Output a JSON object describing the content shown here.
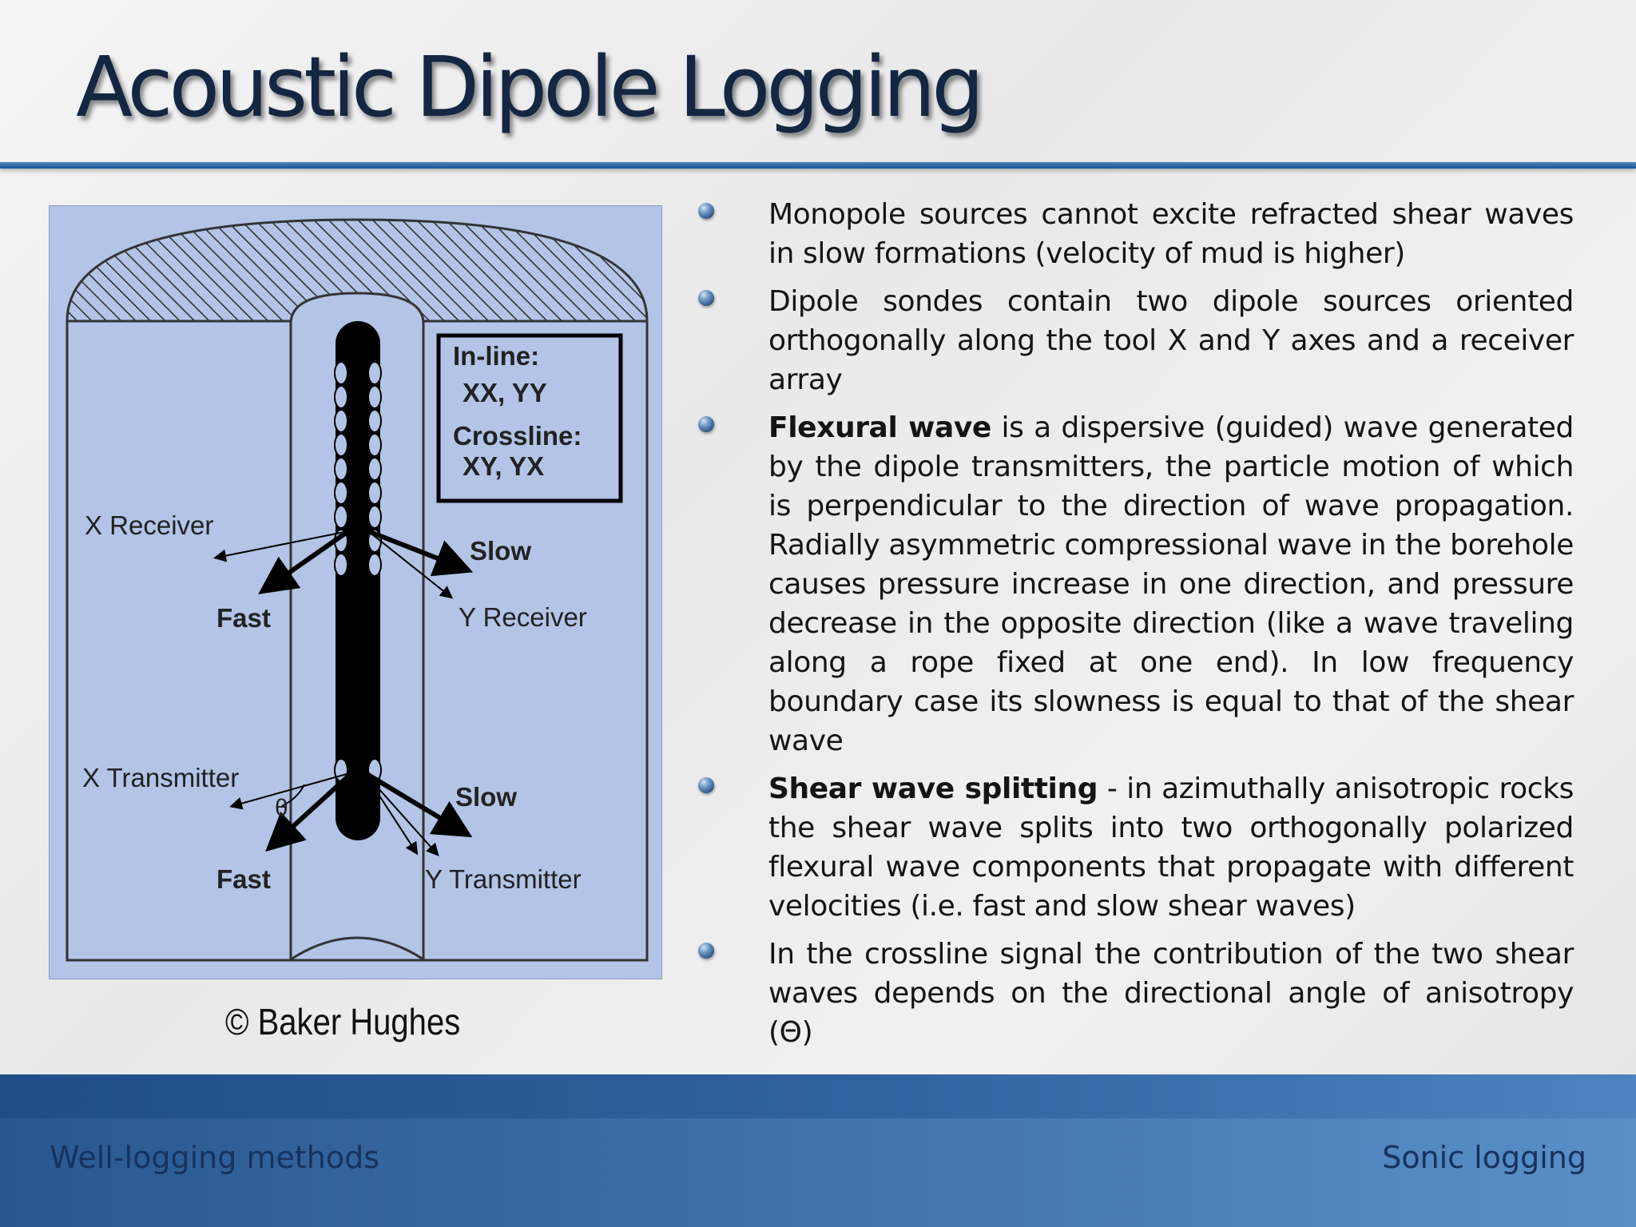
{
  "slide": {
    "title": "Acoustic Dipole Logging",
    "copyright": "© Baker Hughes"
  },
  "diagram": {
    "inline_label": "In-line:",
    "inline_value": "XX, YY",
    "crossline_label": "Crossline:",
    "crossline_value": "XY, YX",
    "x_receiver": "X Receiver",
    "y_receiver": "Y Receiver",
    "x_transmitter": "X Transmitter",
    "y_transmitter": "Y Transmitter",
    "fast_upper": "Fast",
    "slow_upper": "Slow",
    "fast_lower": "Fast",
    "slow_lower": "Slow",
    "theta": "θ",
    "colors": {
      "background": "#b3c4e6",
      "tool": "#000000",
      "outline": "#333333"
    }
  },
  "bullets": [
    {
      "bold": "",
      "text": "Monopole sources cannot excite refracted shear waves in slow formations (velocity of mud is higher)"
    },
    {
      "bold": "",
      "text": "Dipole sondes contain two dipole sources oriented orthogonally along the tool X and Y axes and a receiver array"
    },
    {
      "bold": "Flexural wave",
      "text": " is a dispersive (guided) wave generated by the dipole transmitters, the particle motion of which is perpendicular to the direction of wave propagation. Radially asymmetric compressional wave in the borehole causes pressure increase in one direction, and pressure decrease in the opposite direction (like a wave traveling along a rope fixed at one end). In low frequency boundary case its slowness is equal to that of the shear wave"
    },
    {
      "bold": "Shear wave splitting",
      "text": " - in azimuthally anisotropic rocks the shear wave splits into two orthogonally polarized flexural wave components that propagate with different velocities (i.e. fast and slow shear waves)"
    },
    {
      "bold": "",
      "text": "In the crossline signal the contribution of the two shear waves depends on the directional angle of anisotropy (Θ)"
    }
  ],
  "footer": {
    "left": "Well-logging methods",
    "right": "Sonic logging"
  }
}
